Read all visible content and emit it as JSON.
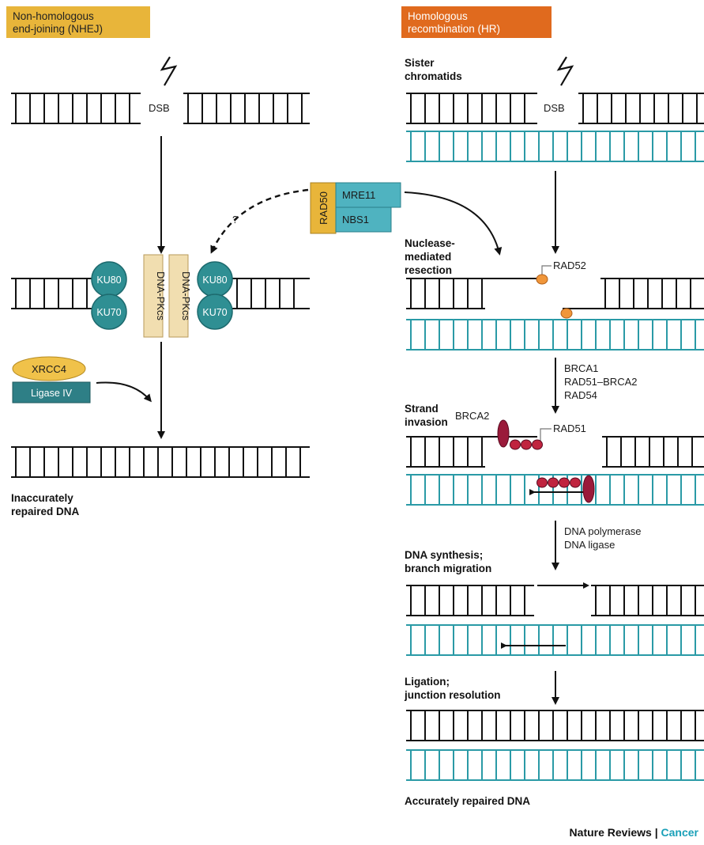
{
  "nhej": {
    "header_line1": "Non-homologous",
    "header_line2": "end-joining (NHEJ)",
    "dsb_label": "DSB",
    "ku80_left": "KU80",
    "ku70_left": "KU70",
    "ku80_right": "KU80",
    "ku70_right": "KU70",
    "dnapk_left": "DNA-PKcs",
    "dnapk_right": "DNA-PKcs",
    "xrcc4": "XRCC4",
    "ligase": "Ligase IV",
    "result_line1": "Inaccurately",
    "result_line2": "repaired DNA"
  },
  "shared": {
    "rad50": "RAD50",
    "mre11": "MRE11",
    "nbs1": "NBS1",
    "question": "?"
  },
  "hr": {
    "header_line1": "Homologous",
    "header_line2": "recombination (HR)",
    "sister_line1": "Sister",
    "sister_line2": "chromatids",
    "dsb_label": "DSB",
    "resection_line1": "Nuclease-",
    "resection_line2": "mediated",
    "resection_line3": "resection",
    "rad52": "RAD52",
    "factors_line1": "BRCA1",
    "factors_line2": "RAD51–BRCA2",
    "factors_line3": "RAD54",
    "invasion_line1": "Strand",
    "invasion_line2": "invasion",
    "brca2": "BRCA2",
    "rad51": "RAD51",
    "enzymes_line1": "DNA polymerase",
    "enzymes_line2": "DNA ligase",
    "synthesis_line1": "DNA synthesis;",
    "synthesis_line2": "branch migration",
    "ligation_line1": "Ligation;",
    "ligation_line2": "junction resolution",
    "result": "Accurately repaired DNA"
  },
  "footer": {
    "journal": "Nature Reviews",
    "separator": " | ",
    "section": "Cancer"
  },
  "colors": {
    "nhej_header": "#e8b53a",
    "hr_header": "#e06a1e",
    "teal_strand": "#2a9aa6",
    "ku_protein": "#2f8f93",
    "dnapk_protein": "#f1deb0",
    "rad50": "#e8b53a",
    "mre11_nbs1": "#4fb3c0",
    "xrcc4": "#f0c24a",
    "ligase": "#2e7f86",
    "rad52": "#f0963a",
    "brca2": "#9a1a3a",
    "journal_section": "#1aa0b8"
  }
}
